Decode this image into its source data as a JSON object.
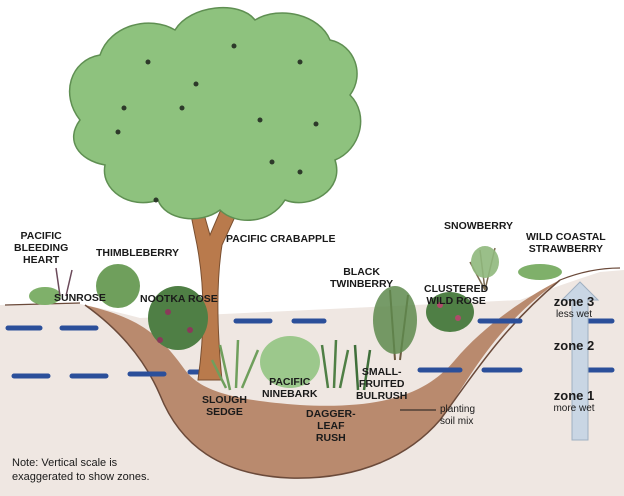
{
  "labels": {
    "pacific_bleeding_heart": [
      "PACIFIC",
      "BLEEDING",
      "HEART"
    ],
    "sunrose": [
      "SUNROSE"
    ],
    "thimbleberry": [
      "THIMBLEBERRY"
    ],
    "nootka_rose": [
      "NOOTKA ROSE"
    ],
    "pacific_crabapple": [
      "PACIFIC CRABAPPLE"
    ],
    "slough_sedge": [
      "SLOUGH",
      "SEDGE"
    ],
    "pacific_ninebark": [
      "PACIFIC",
      "NINEBARK"
    ],
    "dagger_leaf_rush": [
      "DAGGER-",
      "LEAF",
      "RUSH"
    ],
    "small_fruited_bulrush": [
      "SMALL-",
      "FRUITED",
      "BULRUSH"
    ],
    "black_twinberry": [
      "BLACK",
      "TWINBERRY"
    ],
    "clustered_wild_rose": [
      "CLUSTERED",
      "WILD ROSE"
    ],
    "snowberry": [
      "SNOWBERRY"
    ],
    "wild_coastal_strawberry": [
      "WILD COASTAL",
      "STRAWBERRY"
    ],
    "planting_soil_mix": [
      "planting",
      "soil mix"
    ]
  },
  "zones": [
    {
      "title": "zone 3",
      "subtitle": "less wet"
    },
    {
      "title": "zone 2",
      "subtitle": ""
    },
    {
      "title": "zone 1",
      "subtitle": "more wet"
    }
  ],
  "note": [
    "Note: Vertical scale is",
    "exaggerated to show zones."
  ],
  "colors": {
    "soil": "#b98a6e",
    "ground": "#efe7e2",
    "tree_canopy": "#8ec27e",
    "trunk": "#b97a4c",
    "water_dash": "#2b4f9a",
    "arrow": "#c9d6e4"
  }
}
